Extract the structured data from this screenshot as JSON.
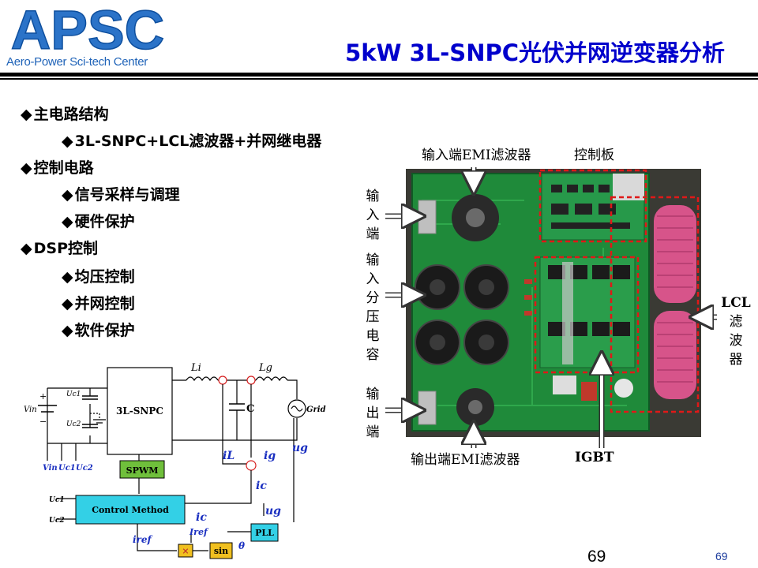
{
  "header": {
    "logo_text": "APSC",
    "logo_subtitle": "Aero-Power Sci-tech Center",
    "title": "5kW 3L-SNPC光伏并网逆变器分析"
  },
  "outline": [
    {
      "level": 1,
      "text": "主电路结构"
    },
    {
      "level": 2,
      "text": "3L-SNPC+LCL滤波器+并网继电器"
    },
    {
      "level": 1,
      "text": "控制电路"
    },
    {
      "level": 2,
      "text": "信号采样与调理"
    },
    {
      "level": 2,
      "text": "硬件保护"
    },
    {
      "level": 1,
      "text": "DSP控制"
    },
    {
      "level": 2,
      "text": "均压控制"
    },
    {
      "level": 2,
      "text": "并网控制"
    },
    {
      "level": 2,
      "text": "软件保护"
    }
  ],
  "bullet_symbol": "◆",
  "photo_labels": {
    "input_emi_filter": "输入端EMI滤波器",
    "control_board": "控制板",
    "input_terminal": [
      "输",
      "入",
      "端"
    ],
    "input_divider_caps": [
      "输",
      "入",
      "分",
      "压",
      "电",
      "容"
    ],
    "output_terminal": [
      "输",
      "出",
      "端"
    ],
    "output_emi_filter": "输出端EMI滤波器",
    "igbt": "IGBT",
    "lcl_filter": [
      "LCL",
      "滤",
      "波",
      "器"
    ]
  },
  "diagram": {
    "block_inverter": "3L-SNPC",
    "block_spwm": "SPWM",
    "block_control": "Control Method",
    "block_pll": "PLL",
    "block_sin": "sin",
    "block_mult": "×",
    "label_li": "Li",
    "label_lg": "Lg",
    "label_c": "C",
    "label_grid": "Grid",
    "label_vin": "Vin",
    "label_uc1": "Uc1",
    "label_uc2": "Uc2",
    "label_iL": "iL",
    "label_ig": "ig",
    "label_ic": "ic",
    "label_ug": "ug",
    "label_iref": "iref",
    "label_Iref": "Iref",
    "label_theta": "θ",
    "plus": "+",
    "minus": "−"
  },
  "footer": {
    "page_number": "69",
    "page_number_small": "69"
  },
  "colors": {
    "title": "#0000cc",
    "logo_blue": "#1f63b8",
    "label_blue": "#1a2fc0",
    "dashed_red": "#e01818",
    "block_green": "#6fbf3b",
    "block_cyan": "#33d0e6",
    "block_yellow": "#f0c020",
    "node_red": "#d62020"
  }
}
